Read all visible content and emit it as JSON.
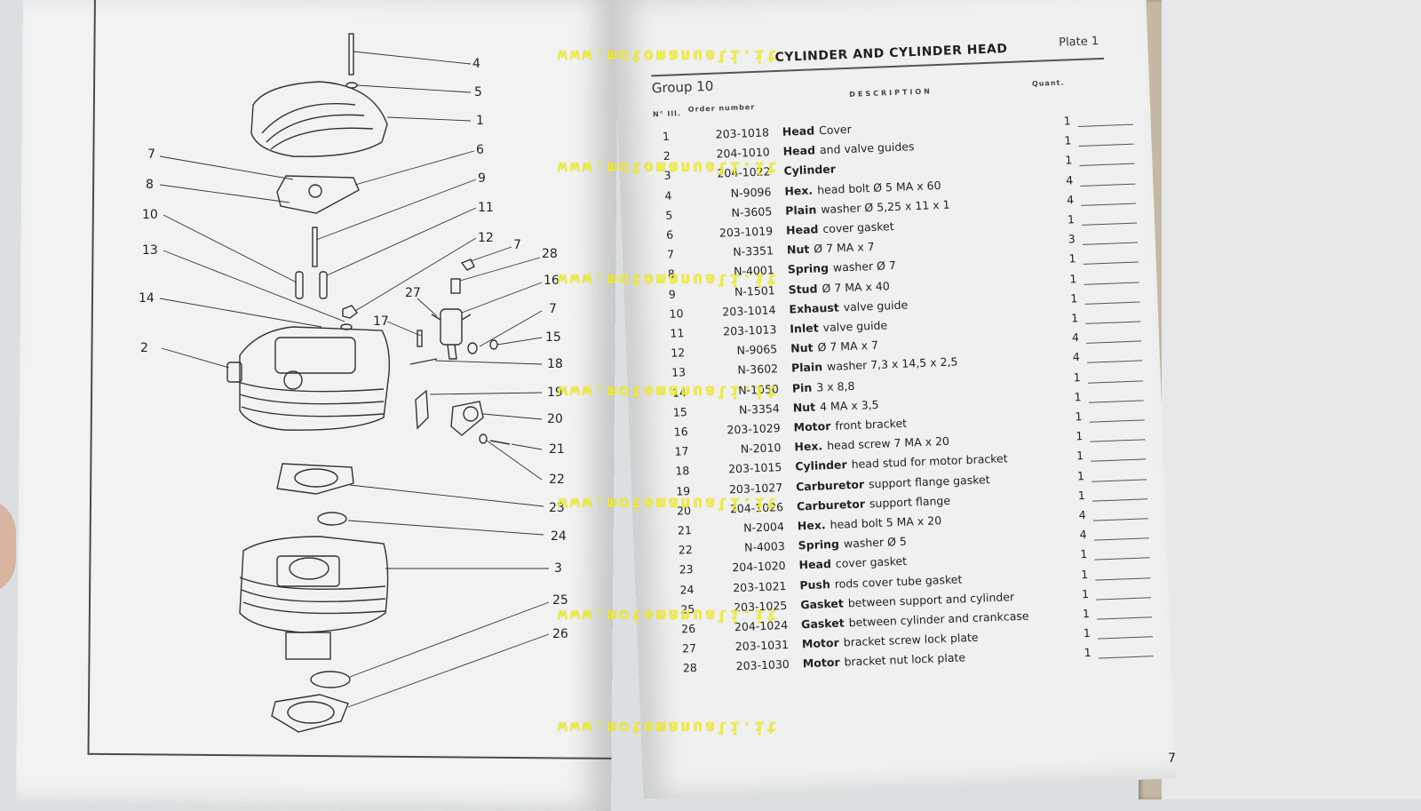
{
  "page": {
    "title": "CYLINDER AND CYLINDER HEAD",
    "plate": "Plate 1",
    "group": "Group 10",
    "columns": {
      "ill_no": "N° Ill.",
      "order_number": "Order number",
      "description": "DESCRIPTION",
      "quantity": "Quant."
    },
    "page_number": "7"
  },
  "watermark": "www.motomanuali.it",
  "parts": [
    {
      "n": "1",
      "code": "203-1018",
      "bold": "Head",
      "rest": "Cover",
      "qty": "1"
    },
    {
      "n": "2",
      "code": "204-1010",
      "bold": "Head",
      "rest": "and valve guides",
      "qty": "1"
    },
    {
      "n": "3",
      "code": "204-1022",
      "bold": "Cylinder",
      "rest": "",
      "qty": "1"
    },
    {
      "n": "4",
      "code": "N-9096",
      "bold": "Hex.",
      "rest": "head bolt Ø 5 MA x 60",
      "qty": "4"
    },
    {
      "n": "5",
      "code": "N-3605",
      "bold": "Plain",
      "rest": "washer Ø 5,25 x 11 x 1",
      "qty": "4"
    },
    {
      "n": "6",
      "code": "203-1019",
      "bold": "Head",
      "rest": "cover gasket",
      "qty": "1"
    },
    {
      "n": "7",
      "code": "N-3351",
      "bold": "Nut",
      "rest": "Ø 7 MA x 7",
      "qty": "3"
    },
    {
      "n": "8",
      "code": "N-4001",
      "bold": "Spring",
      "rest": "washer Ø 7",
      "qty": "1"
    },
    {
      "n": "9",
      "code": "N-1501",
      "bold": "Stud",
      "rest": "Ø 7 MA x 40",
      "qty": "1"
    },
    {
      "n": "10",
      "code": "203-1014",
      "bold": "Exhaust",
      "rest": "valve guide",
      "qty": "1"
    },
    {
      "n": "11",
      "code": "203-1013",
      "bold": "Inlet",
      "rest": "valve guide",
      "qty": "1"
    },
    {
      "n": "12",
      "code": "N-9065",
      "bold": "Nut",
      "rest": "Ø 7 MA x 7",
      "qty": "4"
    },
    {
      "n": "13",
      "code": "N-3602",
      "bold": "Plain",
      "rest": "washer 7,3 x 14,5 x 2,5",
      "qty": "4"
    },
    {
      "n": "14",
      "code": "N-1050",
      "bold": "Pin",
      "rest": "3 x 8,8",
      "qty": "1"
    },
    {
      "n": "15",
      "code": "N-3354",
      "bold": "Nut",
      "rest": "4 MA x 3,5",
      "qty": "1"
    },
    {
      "n": "16",
      "code": "203-1029",
      "bold": "Motor",
      "rest": "front bracket",
      "qty": "1"
    },
    {
      "n": "17",
      "code": "N-2010",
      "bold": "Hex.",
      "rest": "head screw 7 MA x 20",
      "qty": "1"
    },
    {
      "n": "18",
      "code": "203-1015",
      "bold": "Cylinder",
      "rest": "head stud for motor bracket",
      "qty": "1"
    },
    {
      "n": "19",
      "code": "203-1027",
      "bold": "Carburetor",
      "rest": "support flange gasket",
      "qty": "1"
    },
    {
      "n": "20",
      "code": "204-1026",
      "bold": "Carburetor",
      "rest": "support flange",
      "qty": "1"
    },
    {
      "n": "21",
      "code": "N-2004",
      "bold": "Hex.",
      "rest": "head bolt 5 MA x 20",
      "qty": "4"
    },
    {
      "n": "22",
      "code": "N-4003",
      "bold": "Spring",
      "rest": "washer Ø 5",
      "qty": "4"
    },
    {
      "n": "23",
      "code": "204-1020",
      "bold": "Head",
      "rest": "cover gasket",
      "qty": "1"
    },
    {
      "n": "24",
      "code": "203-1021",
      "bold": "Push",
      "rest": "rods cover tube gasket",
      "qty": "1"
    },
    {
      "n": "25",
      "code": "203-1025",
      "bold": "Gasket",
      "rest": "between support and cylinder",
      "qty": "1"
    },
    {
      "n": "26",
      "code": "204-1024",
      "bold": "Gasket",
      "rest": "between cylinder and crankcase",
      "qty": "1"
    },
    {
      "n": "27",
      "code": "203-1031",
      "bold": "Motor",
      "rest": "bracket screw lock plate",
      "qty": "1"
    },
    {
      "n": "28",
      "code": "203-1030",
      "bold": "Motor",
      "rest": "bracket nut lock plate",
      "qty": "1"
    }
  ],
  "callouts": [
    "4",
    "5",
    "1",
    "6",
    "7",
    "8",
    "9",
    "10",
    "11",
    "12",
    "7",
    "28",
    "13",
    "16",
    "27",
    "14",
    "17",
    "7",
    "15",
    "2",
    "18",
    "19",
    "20",
    "21",
    "22",
    "23",
    "24",
    "3",
    "25",
    "26"
  ]
}
